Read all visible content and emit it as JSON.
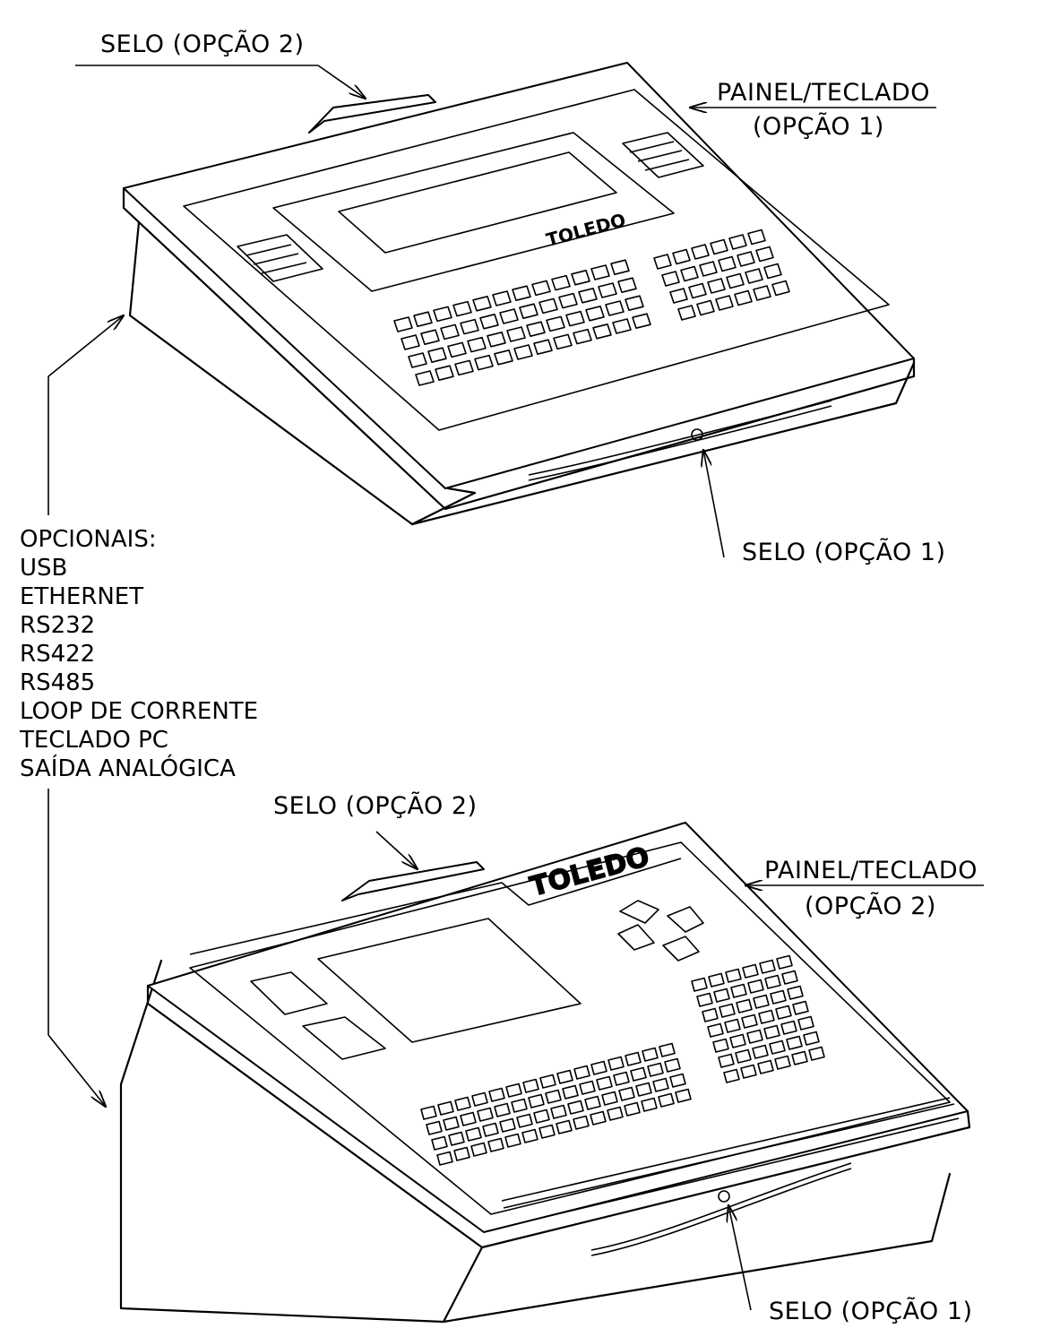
{
  "top": {
    "selo_opcao2": "SELO (OPÇÃO 2)",
    "painel_line1": "PAINEL/TECLADO",
    "painel_line2": "(OPÇÃO 1)",
    "selo_opcao1": "SELO (OPÇÃO 1)",
    "brand": "TOLEDO"
  },
  "opcionais": {
    "title": "OPCIONAIS:",
    "items": [
      "USB",
      "ETHERNET",
      "RS232",
      "RS422",
      "RS485",
      "LOOP DE CORRENTE",
      "TECLADO PC",
      "SAÍDA ANALÓGICA"
    ]
  },
  "bottom": {
    "selo_opcao2": "SELO (OPÇÃO 2)",
    "painel_line1": "PAINEL/TECLADO",
    "painel_line2": "(OPÇÃO 2)",
    "selo_opcao1": "SELO (OPÇÃO 1)",
    "brand": "TOLEDO"
  }
}
